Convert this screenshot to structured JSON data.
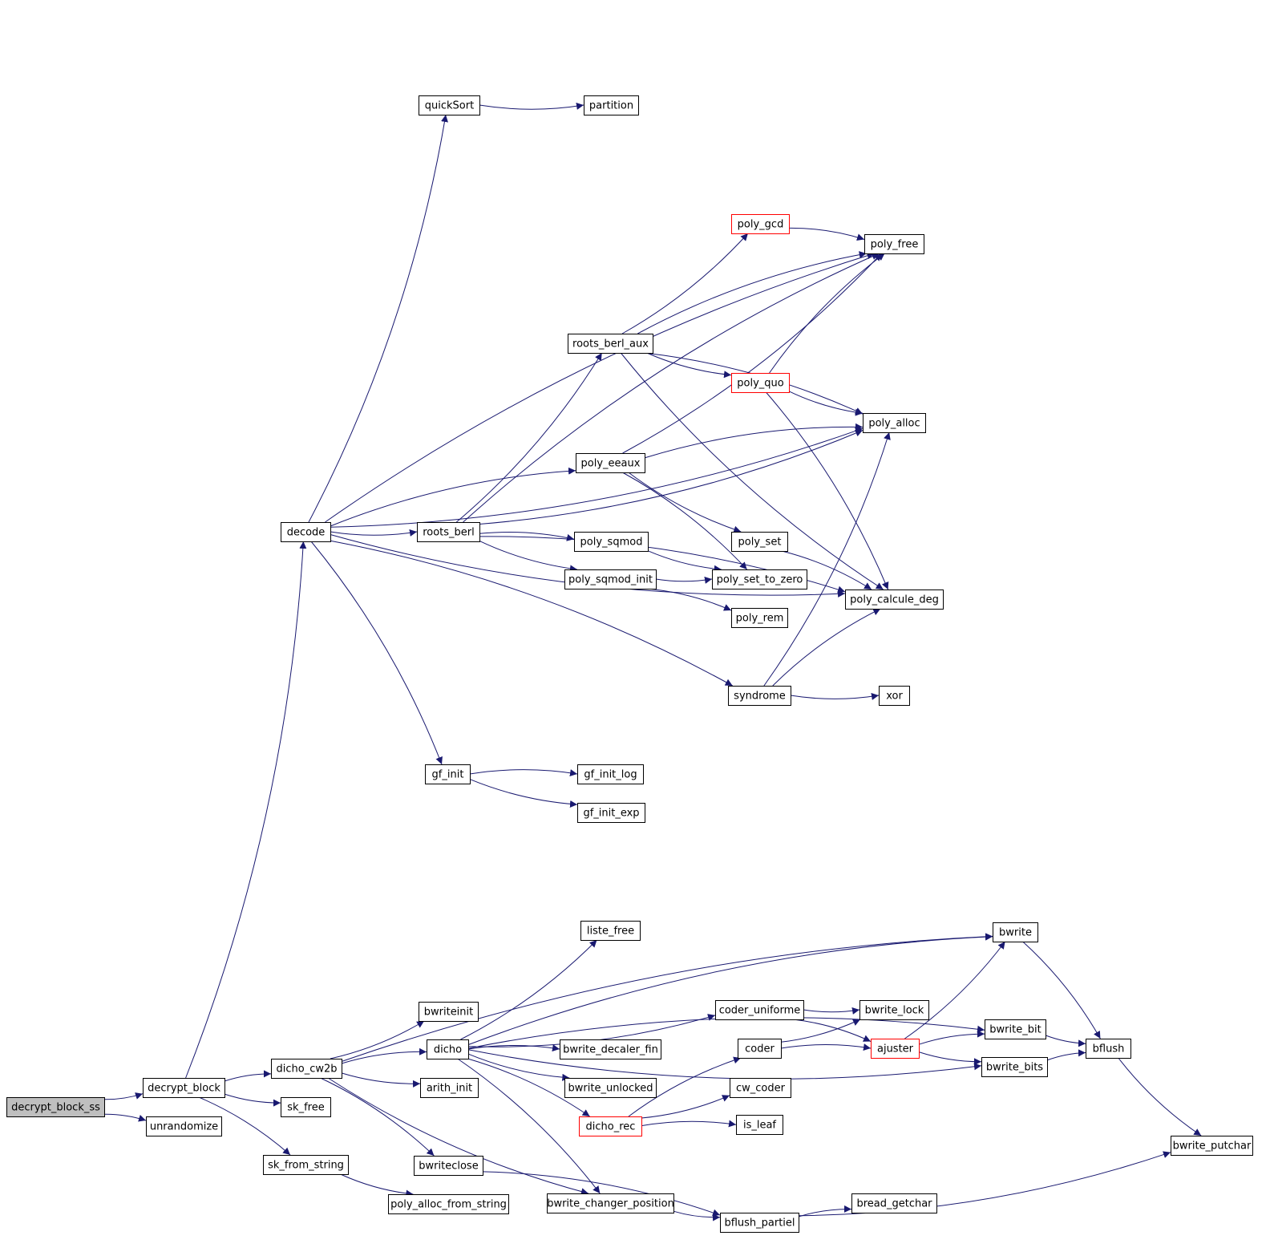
{
  "colors": {
    "edge": "#191970",
    "node_border": "#000000",
    "node_border_highlight": "#ff0000",
    "root_fill": "#bfbfbf",
    "node_fill": "#ffffff"
  },
  "nodes": {
    "decrypt_block_ss": {
      "label": "decrypt_block_ss",
      "style": "root"
    },
    "decrypt_block": {
      "label": "decrypt_block"
    },
    "unrandomize": {
      "label": "unrandomize"
    },
    "decode": {
      "label": "decode"
    },
    "quickSort": {
      "label": "quickSort"
    },
    "partition": {
      "label": "partition"
    },
    "poly_gcd": {
      "label": "poly_gcd",
      "style": "red"
    },
    "poly_free": {
      "label": "poly_free"
    },
    "roots_berl_aux": {
      "label": "roots_berl_aux"
    },
    "poly_quo": {
      "label": "poly_quo",
      "style": "red"
    },
    "poly_alloc": {
      "label": "poly_alloc"
    },
    "poly_eeaux": {
      "label": "poly_eeaux"
    },
    "roots_berl": {
      "label": "roots_berl"
    },
    "poly_sqmod": {
      "label": "poly_sqmod"
    },
    "poly_set": {
      "label": "poly_set"
    },
    "poly_sqmod_init": {
      "label": "poly_sqmod_init"
    },
    "poly_set_to_zero": {
      "label": "poly_set_to_zero"
    },
    "poly_calcule_deg": {
      "label": "poly_calcule_deg"
    },
    "poly_rem": {
      "label": "poly_rem"
    },
    "syndrome": {
      "label": "syndrome"
    },
    "xor": {
      "label": "xor"
    },
    "gf_init": {
      "label": "gf_init"
    },
    "gf_init_log": {
      "label": "gf_init_log"
    },
    "gf_init_exp": {
      "label": "gf_init_exp"
    },
    "bwrite": {
      "label": "bwrite"
    },
    "liste_free": {
      "label": "liste_free"
    },
    "bwriteinit": {
      "label": "bwriteinit"
    },
    "coder_uniforme": {
      "label": "coder_uniforme"
    },
    "bwrite_lock": {
      "label": "bwrite_lock"
    },
    "bwrite_bit": {
      "label": "bwrite_bit"
    },
    "dicho": {
      "label": "dicho"
    },
    "bwrite_decaler_fin": {
      "label": "bwrite_decaler_fin"
    },
    "coder": {
      "label": "coder"
    },
    "ajuster": {
      "label": "ajuster",
      "style": "red"
    },
    "bflush": {
      "label": "bflush"
    },
    "dicho_cw2b": {
      "label": "dicho_cw2b"
    },
    "bwrite_bits": {
      "label": "bwrite_bits"
    },
    "arith_init": {
      "label": "arith_init"
    },
    "bwrite_unlocked": {
      "label": "bwrite_unlocked"
    },
    "cw_coder": {
      "label": "cw_coder"
    },
    "sk_free": {
      "label": "sk_free"
    },
    "dicho_rec": {
      "label": "dicho_rec",
      "style": "red"
    },
    "is_leaf": {
      "label": "is_leaf"
    },
    "bwrite_putchar": {
      "label": "bwrite_putchar"
    },
    "sk_from_string": {
      "label": "sk_from_string"
    },
    "bwriteclose": {
      "label": "bwriteclose"
    },
    "poly_alloc_from_string": {
      "label": "poly_alloc_from_string"
    },
    "bwrite_changer_position": {
      "label": "bwrite_changer_position"
    },
    "bread_getchar": {
      "label": "bread_getchar"
    },
    "bflush_partiel": {
      "label": "bflush_partiel"
    }
  },
  "edges": [
    [
      "decrypt_block_ss",
      "decrypt_block"
    ],
    [
      "decrypt_block_ss",
      "unrandomize"
    ],
    [
      "decrypt_block",
      "decode"
    ],
    [
      "decrypt_block",
      "dicho_cw2b"
    ],
    [
      "decrypt_block",
      "sk_free"
    ],
    [
      "decrypt_block",
      "sk_from_string"
    ],
    [
      "decode",
      "quickSort"
    ],
    [
      "decode",
      "poly_free"
    ],
    [
      "decode",
      "poly_alloc"
    ],
    [
      "decode",
      "poly_eeaux"
    ],
    [
      "decode",
      "roots_berl"
    ],
    [
      "decode",
      "syndrome"
    ],
    [
      "decode",
      "poly_calcule_deg"
    ],
    [
      "decode",
      "gf_init"
    ],
    [
      "quickSort",
      "partition"
    ],
    [
      "poly_gcd",
      "poly_free"
    ],
    [
      "roots_berl_aux",
      "poly_gcd"
    ],
    [
      "roots_berl_aux",
      "poly_free"
    ],
    [
      "roots_berl_aux",
      "poly_quo"
    ],
    [
      "roots_berl_aux",
      "poly_alloc"
    ],
    [
      "roots_berl_aux",
      "poly_calcule_deg"
    ],
    [
      "poly_quo",
      "poly_free"
    ],
    [
      "poly_quo",
      "poly_alloc"
    ],
    [
      "poly_quo",
      "poly_calcule_deg"
    ],
    [
      "poly_eeaux",
      "poly_free"
    ],
    [
      "poly_eeaux",
      "poly_alloc"
    ],
    [
      "poly_eeaux",
      "poly_set"
    ],
    [
      "poly_eeaux",
      "poly_set_to_zero"
    ],
    [
      "roots_berl",
      "roots_berl_aux"
    ],
    [
      "roots_berl",
      "poly_free"
    ],
    [
      "roots_berl",
      "poly_alloc"
    ],
    [
      "roots_berl",
      "poly_sqmod"
    ],
    [
      "roots_berl",
      "poly_sqmod_init"
    ],
    [
      "roots_berl",
      "poly_calcule_deg"
    ],
    [
      "poly_sqmod",
      "poly_set_to_zero"
    ],
    [
      "poly_set",
      "poly_calcule_deg"
    ],
    [
      "poly_sqmod_init",
      "poly_set_to_zero"
    ],
    [
      "poly_sqmod_init",
      "poly_rem"
    ],
    [
      "syndrome",
      "poly_alloc"
    ],
    [
      "syndrome",
      "poly_calcule_deg"
    ],
    [
      "syndrome",
      "xor"
    ],
    [
      "gf_init",
      "gf_init_log"
    ],
    [
      "gf_init",
      "gf_init_exp"
    ],
    [
      "dicho_cw2b",
      "bwrite"
    ],
    [
      "dicho_cw2b",
      "bwriteinit"
    ],
    [
      "dicho_cw2b",
      "dicho"
    ],
    [
      "dicho_cw2b",
      "arith_init"
    ],
    [
      "dicho_cw2b",
      "bwriteclose"
    ],
    [
      "dicho_cw2b",
      "bwrite_changer_position"
    ],
    [
      "dicho",
      "bwrite"
    ],
    [
      "dicho",
      "liste_free"
    ],
    [
      "dicho",
      "bwrite_bit"
    ],
    [
      "dicho",
      "coder_uniforme"
    ],
    [
      "dicho",
      "bwrite_decaler_fin"
    ],
    [
      "dicho",
      "bwrite_unlocked"
    ],
    [
      "dicho",
      "dicho_rec"
    ],
    [
      "dicho",
      "bwrite_bits"
    ],
    [
      "dicho",
      "bwrite_changer_position"
    ],
    [
      "coder_uniforme",
      "bwrite_lock"
    ],
    [
      "coder_uniforme",
      "ajuster"
    ],
    [
      "coder",
      "bwrite_lock"
    ],
    [
      "coder",
      "ajuster"
    ],
    [
      "ajuster",
      "bwrite"
    ],
    [
      "ajuster",
      "bwrite_bit"
    ],
    [
      "ajuster",
      "bwrite_bits"
    ],
    [
      "bwrite",
      "bflush"
    ],
    [
      "bwrite_bit",
      "bflush"
    ],
    [
      "bwrite_bits",
      "bflush"
    ],
    [
      "bflush",
      "bwrite_putchar"
    ],
    [
      "dicho_rec",
      "coder"
    ],
    [
      "dicho_rec",
      "cw_coder"
    ],
    [
      "dicho_rec",
      "is_leaf"
    ],
    [
      "sk_from_string",
      "poly_alloc_from_string"
    ],
    [
      "bwriteclose",
      "bflush_partiel"
    ],
    [
      "bwrite_changer_position",
      "bflush_partiel"
    ],
    [
      "bflush_partiel",
      "bread_getchar"
    ],
    [
      "bflush_partiel",
      "bwrite_putchar"
    ]
  ]
}
